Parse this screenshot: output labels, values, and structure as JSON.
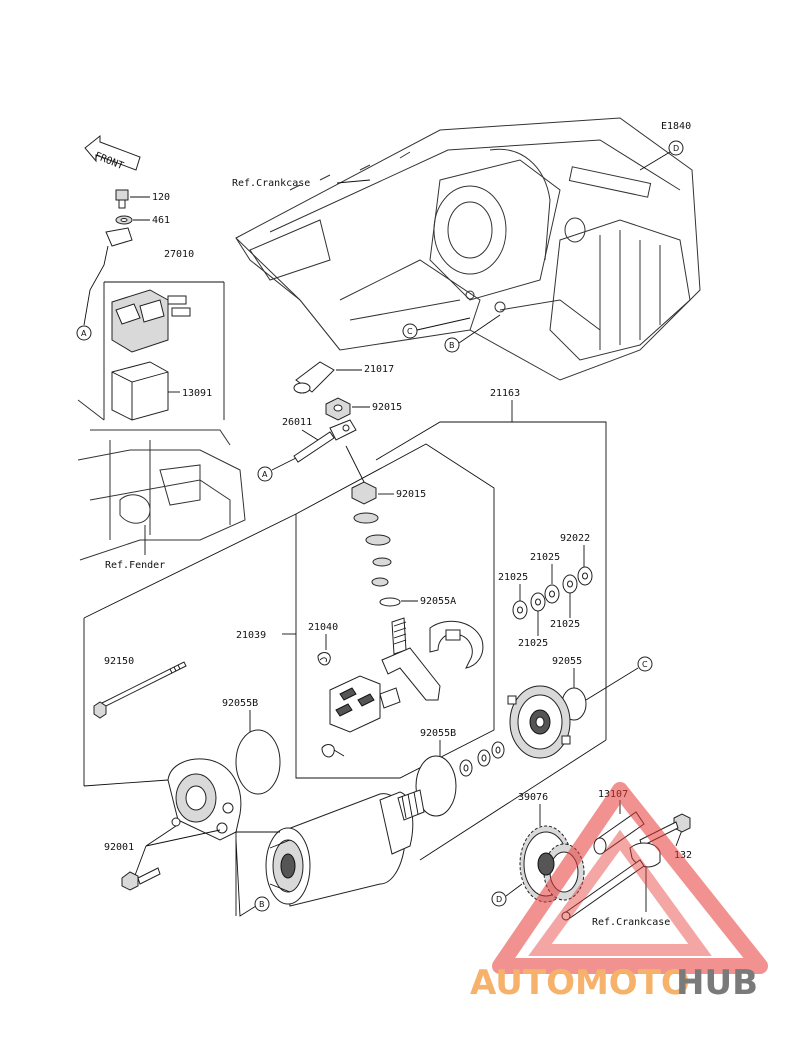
{
  "diagram_code": "E1840",
  "front_label": "FRONT",
  "ref_labels": {
    "crankcase_top": "Ref.Crankcase",
    "fender": "Ref.Fender",
    "crankcase_bottom": "Ref.Crankcase"
  },
  "callouts": {
    "A": "A",
    "B": "B",
    "C": "C",
    "D": "D"
  },
  "parts": {
    "p120": "120",
    "p461": "461",
    "p27010": "27010",
    "p13091": "13091",
    "p21017": "21017",
    "p92015_top": "92015",
    "p26011": "26011",
    "p21163": "21163",
    "p92015_mid": "92015",
    "p92022": "92022",
    "p21025_a": "21025",
    "p21025_b": "21025",
    "p21025_c": "21025",
    "p21025_d": "21025",
    "p92055A": "92055A",
    "p21040": "21040",
    "p21039": "21039",
    "p92150": "92150",
    "p92055B_left": "92055B",
    "p92055": "92055",
    "p92055B_mid": "92055B",
    "p92001": "92001",
    "p39076": "39076",
    "p13107": "13107",
    "p132": "132"
  },
  "watermark": {
    "text_orange": "AUTOMOTO",
    "text_gray": "HUB",
    "colors": {
      "orange": "#f6b26b",
      "gray": "#7a7a7a",
      "triangle": "#e53935"
    }
  }
}
